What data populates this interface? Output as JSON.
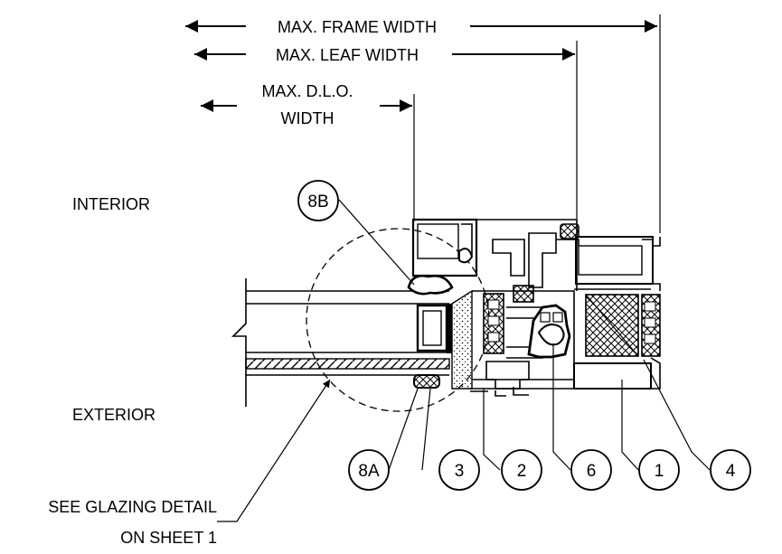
{
  "dimensions": {
    "frame_width": "MAX. FRAME WIDTH",
    "leaf_width": "MAX. LEAF WIDTH",
    "dlo_width_line1": "MAX. D.L.O.",
    "dlo_width_line2": "WIDTH"
  },
  "sides": {
    "interior": "INTERIOR",
    "exterior": "EXTERIOR"
  },
  "callouts": {
    "c8b": "8B",
    "c8a": "8A",
    "c3": "3",
    "c2": "2",
    "c6": "6",
    "c1": "1",
    "c4": "4"
  },
  "note": {
    "line1": "SEE GLAZING DETAIL",
    "line2": "ON SHEET 1"
  }
}
